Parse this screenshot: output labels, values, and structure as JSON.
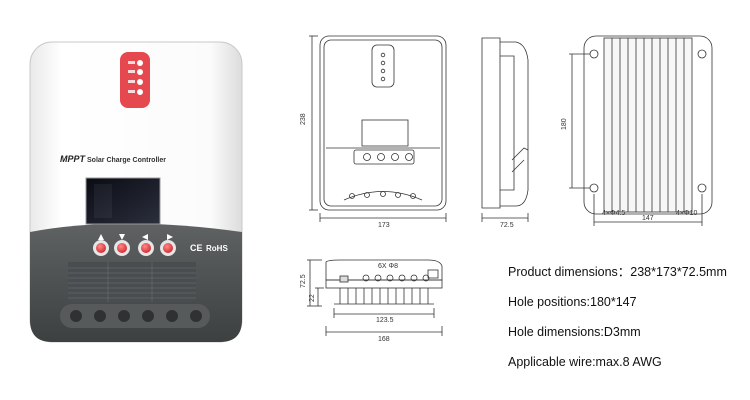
{
  "product": {
    "brand": "MPPT",
    "name": "Solar Charge Controller",
    "cert_ce": "CE",
    "cert_rohs": "RoHS"
  },
  "front_view": {
    "width": "173",
    "height": "238"
  },
  "side_view": {
    "depth": "72.5"
  },
  "back_view": {
    "hole_vertical": "180",
    "hole_horizontal": "147",
    "hole_small": "4×Φ4.5",
    "hole_large": "4×Φ10"
  },
  "bottom_view": {
    "height": "72.5",
    "base": "22",
    "terminals": "6X Φ8",
    "terminal_span": "123.5",
    "total_width": "168"
  },
  "specs": [
    "Product dimensions：238*173*72.5mm",
    "Hole positions:180*147",
    "Hole dimensions:D3mm",
    "Applicable wire:max.8 AWG"
  ]
}
